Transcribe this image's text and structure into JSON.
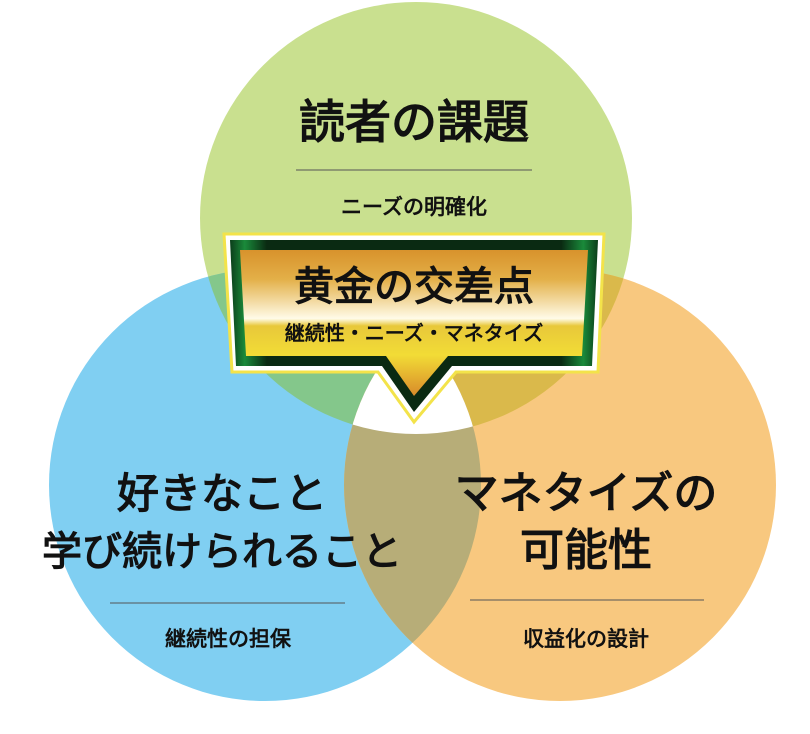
{
  "colors": {
    "top": "#c9e08f",
    "left": "#80cff2",
    "right": "#f8c87f",
    "top_left": "#84c78b",
    "top_right": "#dab94b",
    "left_right": "#b7ad78",
    "center": "#ffffff"
  },
  "top_circle": {
    "title": "読者の課題",
    "subtitle": "ニーズの明確化"
  },
  "left_circle": {
    "title_line1": "好きなこと",
    "title_line2": "学び続けられること",
    "subtitle": "継続性の担保"
  },
  "right_circle": {
    "title_line1": "マネタイズの",
    "title_line2": "可能性",
    "subtitle": "収益化の設計"
  },
  "badge": {
    "title": "黄金の交差点",
    "subtitle": "継続性・ニーズ・マネタイズ"
  }
}
